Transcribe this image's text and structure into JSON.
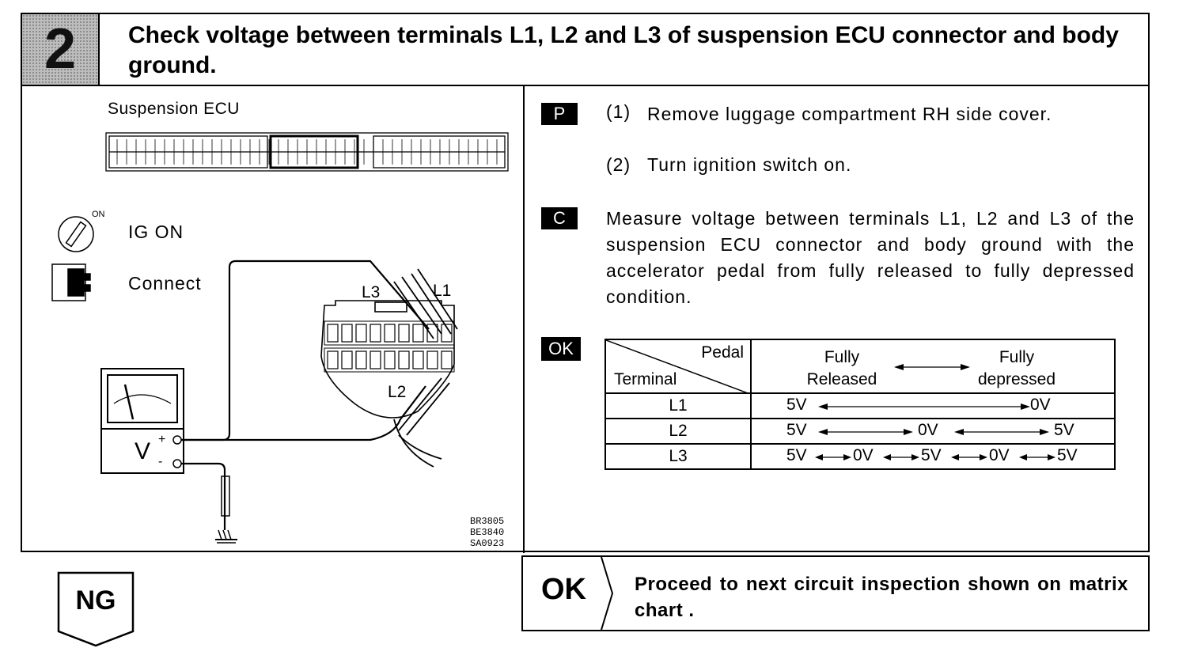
{
  "step": {
    "number": "2",
    "title": "Check voltage between terminals L1, L2 and L3 of suspension ECU connector and body ground."
  },
  "diagram": {
    "ecu_label": "Suspension ECU",
    "ig_on_label": "IG ON",
    "on_label": "ON",
    "connect_label": "Connect",
    "terminal_labels": [
      "L3",
      "L1",
      "L2"
    ],
    "meter_label": "V",
    "meter_plus": "+",
    "meter_minus": "-",
    "figure_codes": [
      "BR3805",
      "BE3840",
      "SA0923"
    ]
  },
  "prep": {
    "badge": "P",
    "steps": [
      {
        "num": "(1)",
        "text": "Remove luggage compartment RH side cover."
      },
      {
        "num": "(2)",
        "text": "Turn ignition switch on."
      }
    ]
  },
  "check": {
    "badge": "C",
    "text": "Measure voltage between terminals L1, L2 and L3 of the suspension ECU connector and body ground with the accelerator pedal from fully released to fully depressed condition."
  },
  "ok_spec": {
    "badge": "OK",
    "table": {
      "corner_top": "Pedal",
      "corner_bottom": "Terminal",
      "col_left": "Fully Released",
      "col_right": "Fully depressed",
      "rows": [
        {
          "terminal": "L1",
          "values": [
            "5V",
            "0V"
          ]
        },
        {
          "terminal": "L2",
          "values": [
            "5V",
            "0V",
            "5V"
          ]
        },
        {
          "terminal": "L3",
          "values": [
            "5V",
            "0V",
            "5V",
            "0V",
            "5V"
          ]
        }
      ]
    }
  },
  "result": {
    "ng_label": "NG",
    "ok_label": "OK",
    "ok_text": "Proceed to next circuit inspection shown on matrix chart ."
  }
}
